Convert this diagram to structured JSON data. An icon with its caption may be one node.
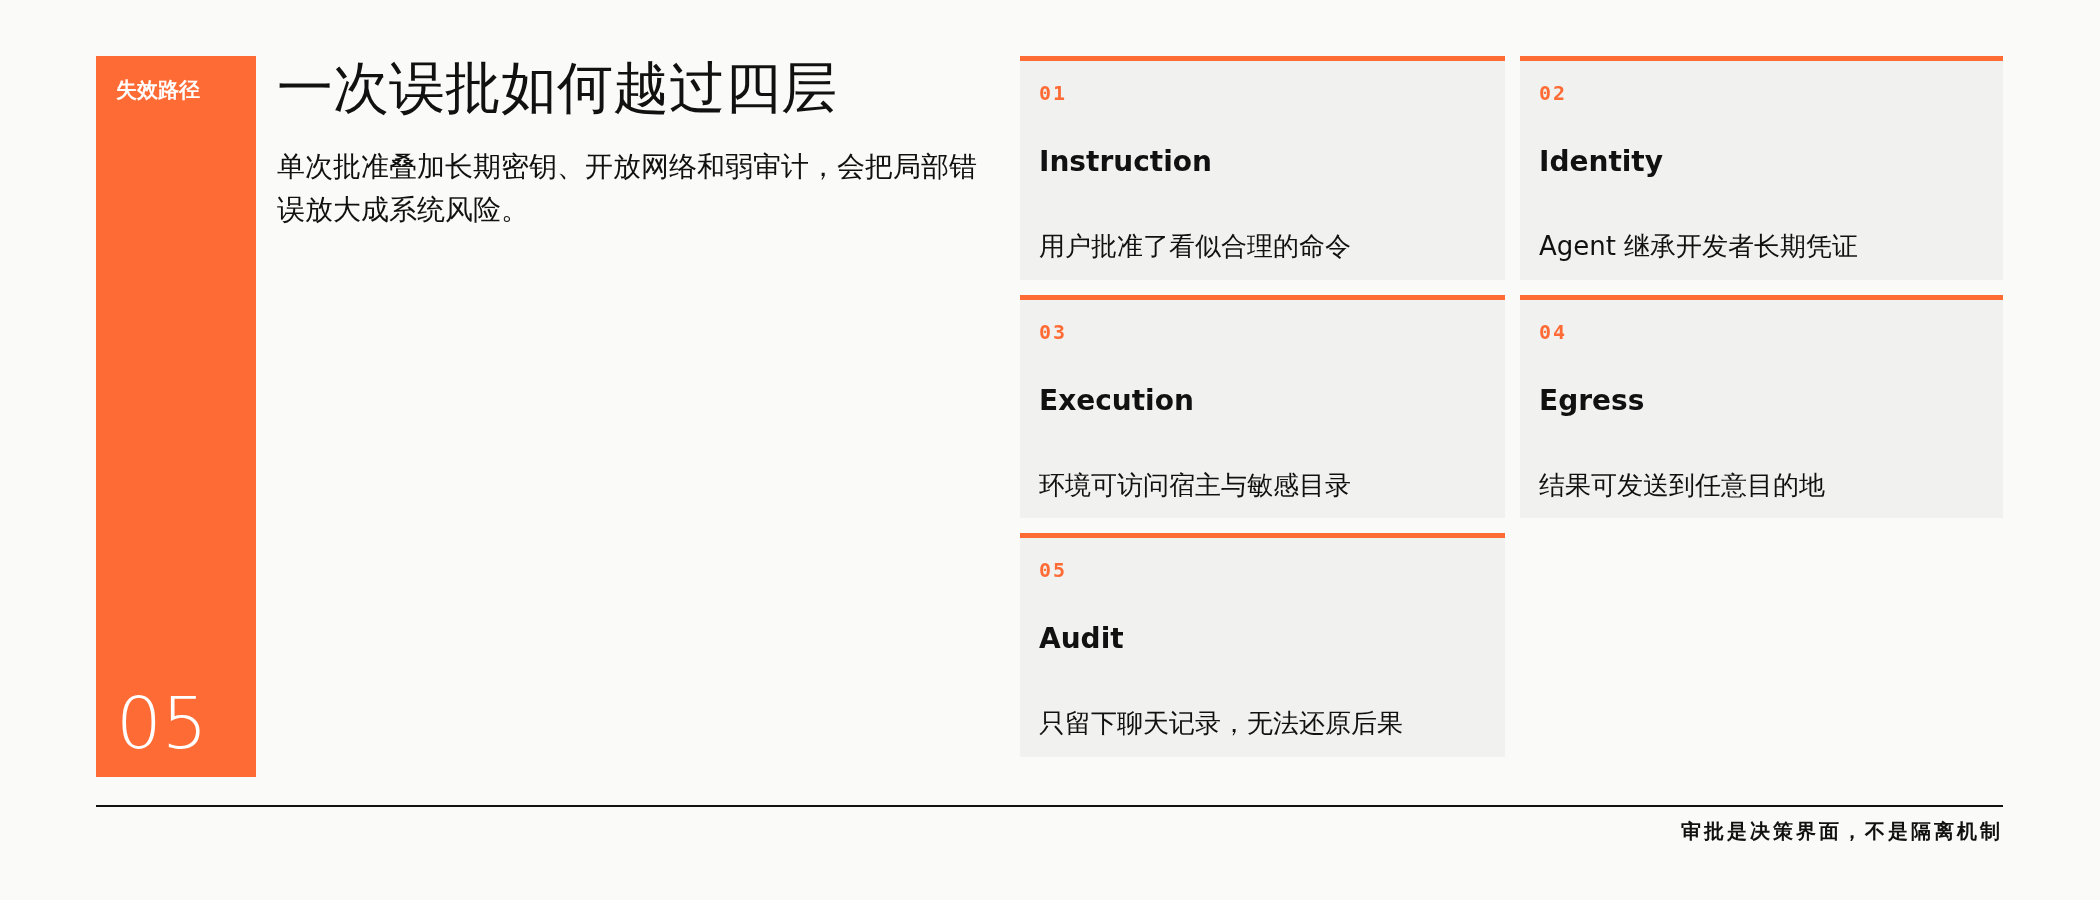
{
  "diagram": {
    "title": "一次误批如何越过四层",
    "nodes": [
      {
        "text": [
          "失效路径",
          "05"
        ]
      },
      {
        "text": [
          "01",
          "Instruction",
          "用户批准了看似合理的命令"
        ]
      },
      {
        "text": [
          "02",
          "Identity",
          "Agent 继承开发者长期凭证"
        ]
      },
      {
        "text": [
          "03",
          "Execution",
          "环境可访问宿主与敏感目录"
        ]
      },
      {
        "text": [
          "04",
          "Egress",
          "结果可发送到任意目的地"
        ]
      },
      {
        "text": [
          "05",
          "Audit",
          "只留下聊天记录，无法还原后果"
        ]
      }
    ],
    "labels": [
      "单次批准叠加长期密钥、开放网络和弱审计，会把局部错误放大成系统风险。",
      "审批是决策界面，不是隔离机制"
    ]
  }
}
